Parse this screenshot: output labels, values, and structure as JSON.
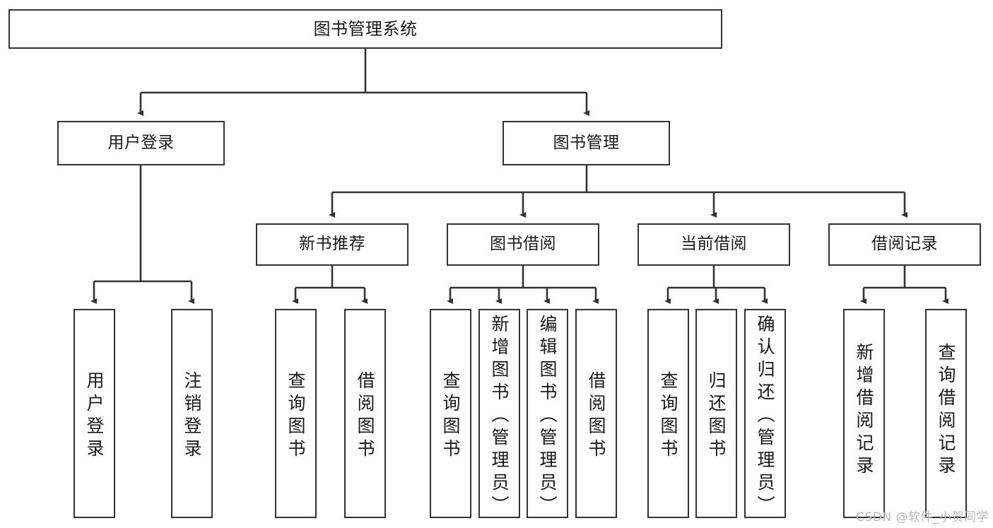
{
  "diagram": {
    "title": "图书管理系统",
    "type": "tree-hierarchy",
    "watermark": "CSDN @软件_小贺同学",
    "colors": {
      "box_border": "#333333",
      "box_fill": "#ffffff",
      "edge": "#333333",
      "text": "#1a1a1a",
      "watermark": "#b9b9b9"
    },
    "levels": {
      "root": {
        "label": "图书管理系统"
      },
      "level2": [
        {
          "id": "user-login",
          "label": "用户登录"
        },
        {
          "id": "book-manage",
          "label": "图书管理"
        }
      ],
      "level3": [
        {
          "id": "new-book-recommend",
          "label": "新书推荐"
        },
        {
          "id": "book-borrow",
          "label": "图书借阅"
        },
        {
          "id": "current-borrow",
          "label": "当前借阅"
        },
        {
          "id": "borrow-record",
          "label": "借阅记录"
        }
      ],
      "leaves": {
        "user-login": [
          {
            "id": "leaf-user-login",
            "label": "用户登录"
          },
          {
            "id": "leaf-logout-login",
            "label": "注销登录"
          }
        ],
        "new-book-recommend": [
          {
            "id": "leaf-query-book-1",
            "label": "查询图书"
          },
          {
            "id": "leaf-borrow-book-1",
            "label": "借阅图书"
          }
        ],
        "book-borrow": [
          {
            "id": "leaf-query-book-2",
            "label": "查询图书"
          },
          {
            "id": "leaf-add-book-admin",
            "label": "新增图书（管理员）"
          },
          {
            "id": "leaf-edit-book-admin",
            "label": "编辑图书（管理员）"
          },
          {
            "id": "leaf-borrow-book-2",
            "label": "借阅图书"
          }
        ],
        "current-borrow": [
          {
            "id": "leaf-query-book-3",
            "label": "查询图书"
          },
          {
            "id": "leaf-return-book",
            "label": "归还图书"
          },
          {
            "id": "leaf-confirm-return-admin",
            "label": "确认归还（管理员）"
          }
        ],
        "borrow-record": [
          {
            "id": "leaf-add-borrow-record",
            "label": "新增借阅记录"
          },
          {
            "id": "leaf-query-borrow-record",
            "label": "查询借阅记录"
          }
        ]
      }
    }
  }
}
